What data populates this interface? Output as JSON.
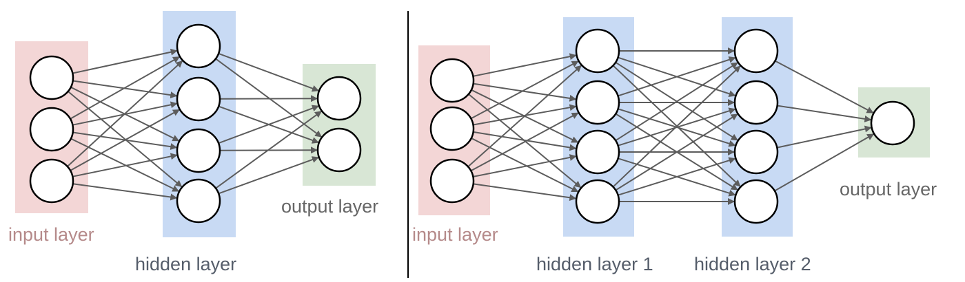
{
  "colors": {
    "input_band": "#f3d6d6",
    "hidden_band": "#c8daf4",
    "output_band": "#d8e6d5",
    "edge": "#5c5c5c",
    "node_stroke": "#000000",
    "node_fill": "#ffffff",
    "divider": "#000000"
  },
  "left_network": {
    "layers": [
      {
        "role": "input",
        "nodes": 3,
        "label": "input layer"
      },
      {
        "role": "hidden",
        "nodes": 4,
        "label": "hidden layer"
      },
      {
        "role": "output",
        "nodes": 2,
        "label": "output layer"
      }
    ]
  },
  "right_network": {
    "layers": [
      {
        "role": "input",
        "nodes": 3,
        "label": "input layer"
      },
      {
        "role": "hidden",
        "nodes": 4,
        "label": "hidden layer 1"
      },
      {
        "role": "hidden",
        "nodes": 4,
        "label": "hidden layer 2"
      },
      {
        "role": "output",
        "nodes": 1,
        "label": "output layer"
      }
    ]
  }
}
